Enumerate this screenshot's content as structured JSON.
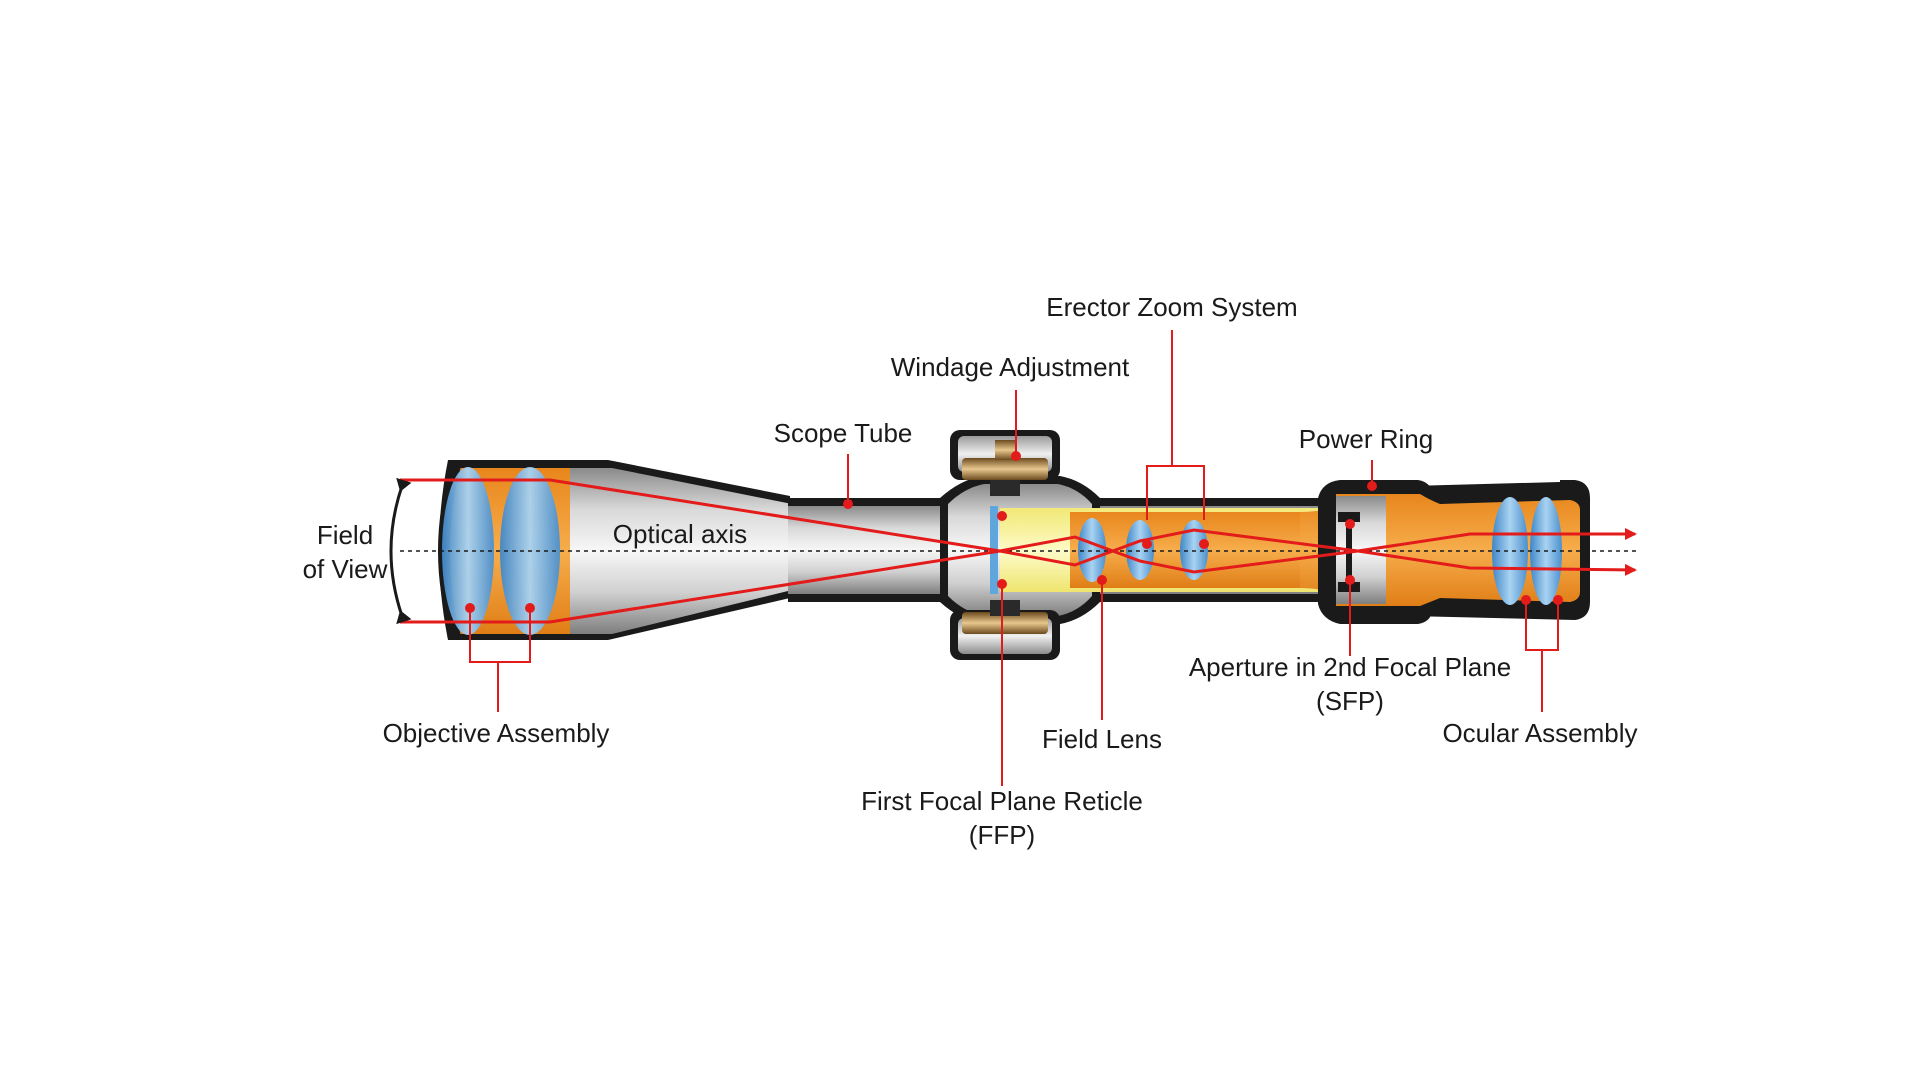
{
  "labels": {
    "field_of_view_line1": "Field",
    "field_of_view_line2": "of View",
    "optical_axis": "Optical axis",
    "scope_tube": "Scope Tube",
    "windage_adjustment": "Windage Adjustment",
    "erector_zoom_system": "Erector Zoom System",
    "power_ring": "Power Ring",
    "objective_assembly": "Objective Assembly",
    "ffp_line1": "First Focal Plane Reticle",
    "ffp_line2": "(FFP)",
    "field_lens": "Field Lens",
    "sfp_line1": "Aperture in 2nd Focal Plane",
    "sfp_line2": "(SFP)",
    "ocular_assembly": "Ocular Assembly"
  },
  "colors": {
    "accent_red": "#e31b1b",
    "housing_orange": "#f39a2c",
    "lens_blue": "#5ea6dc",
    "tube_silver": "#d4d4d4",
    "body_black": "#1a1a1a",
    "erector_yellow": "#fbf7a6"
  }
}
